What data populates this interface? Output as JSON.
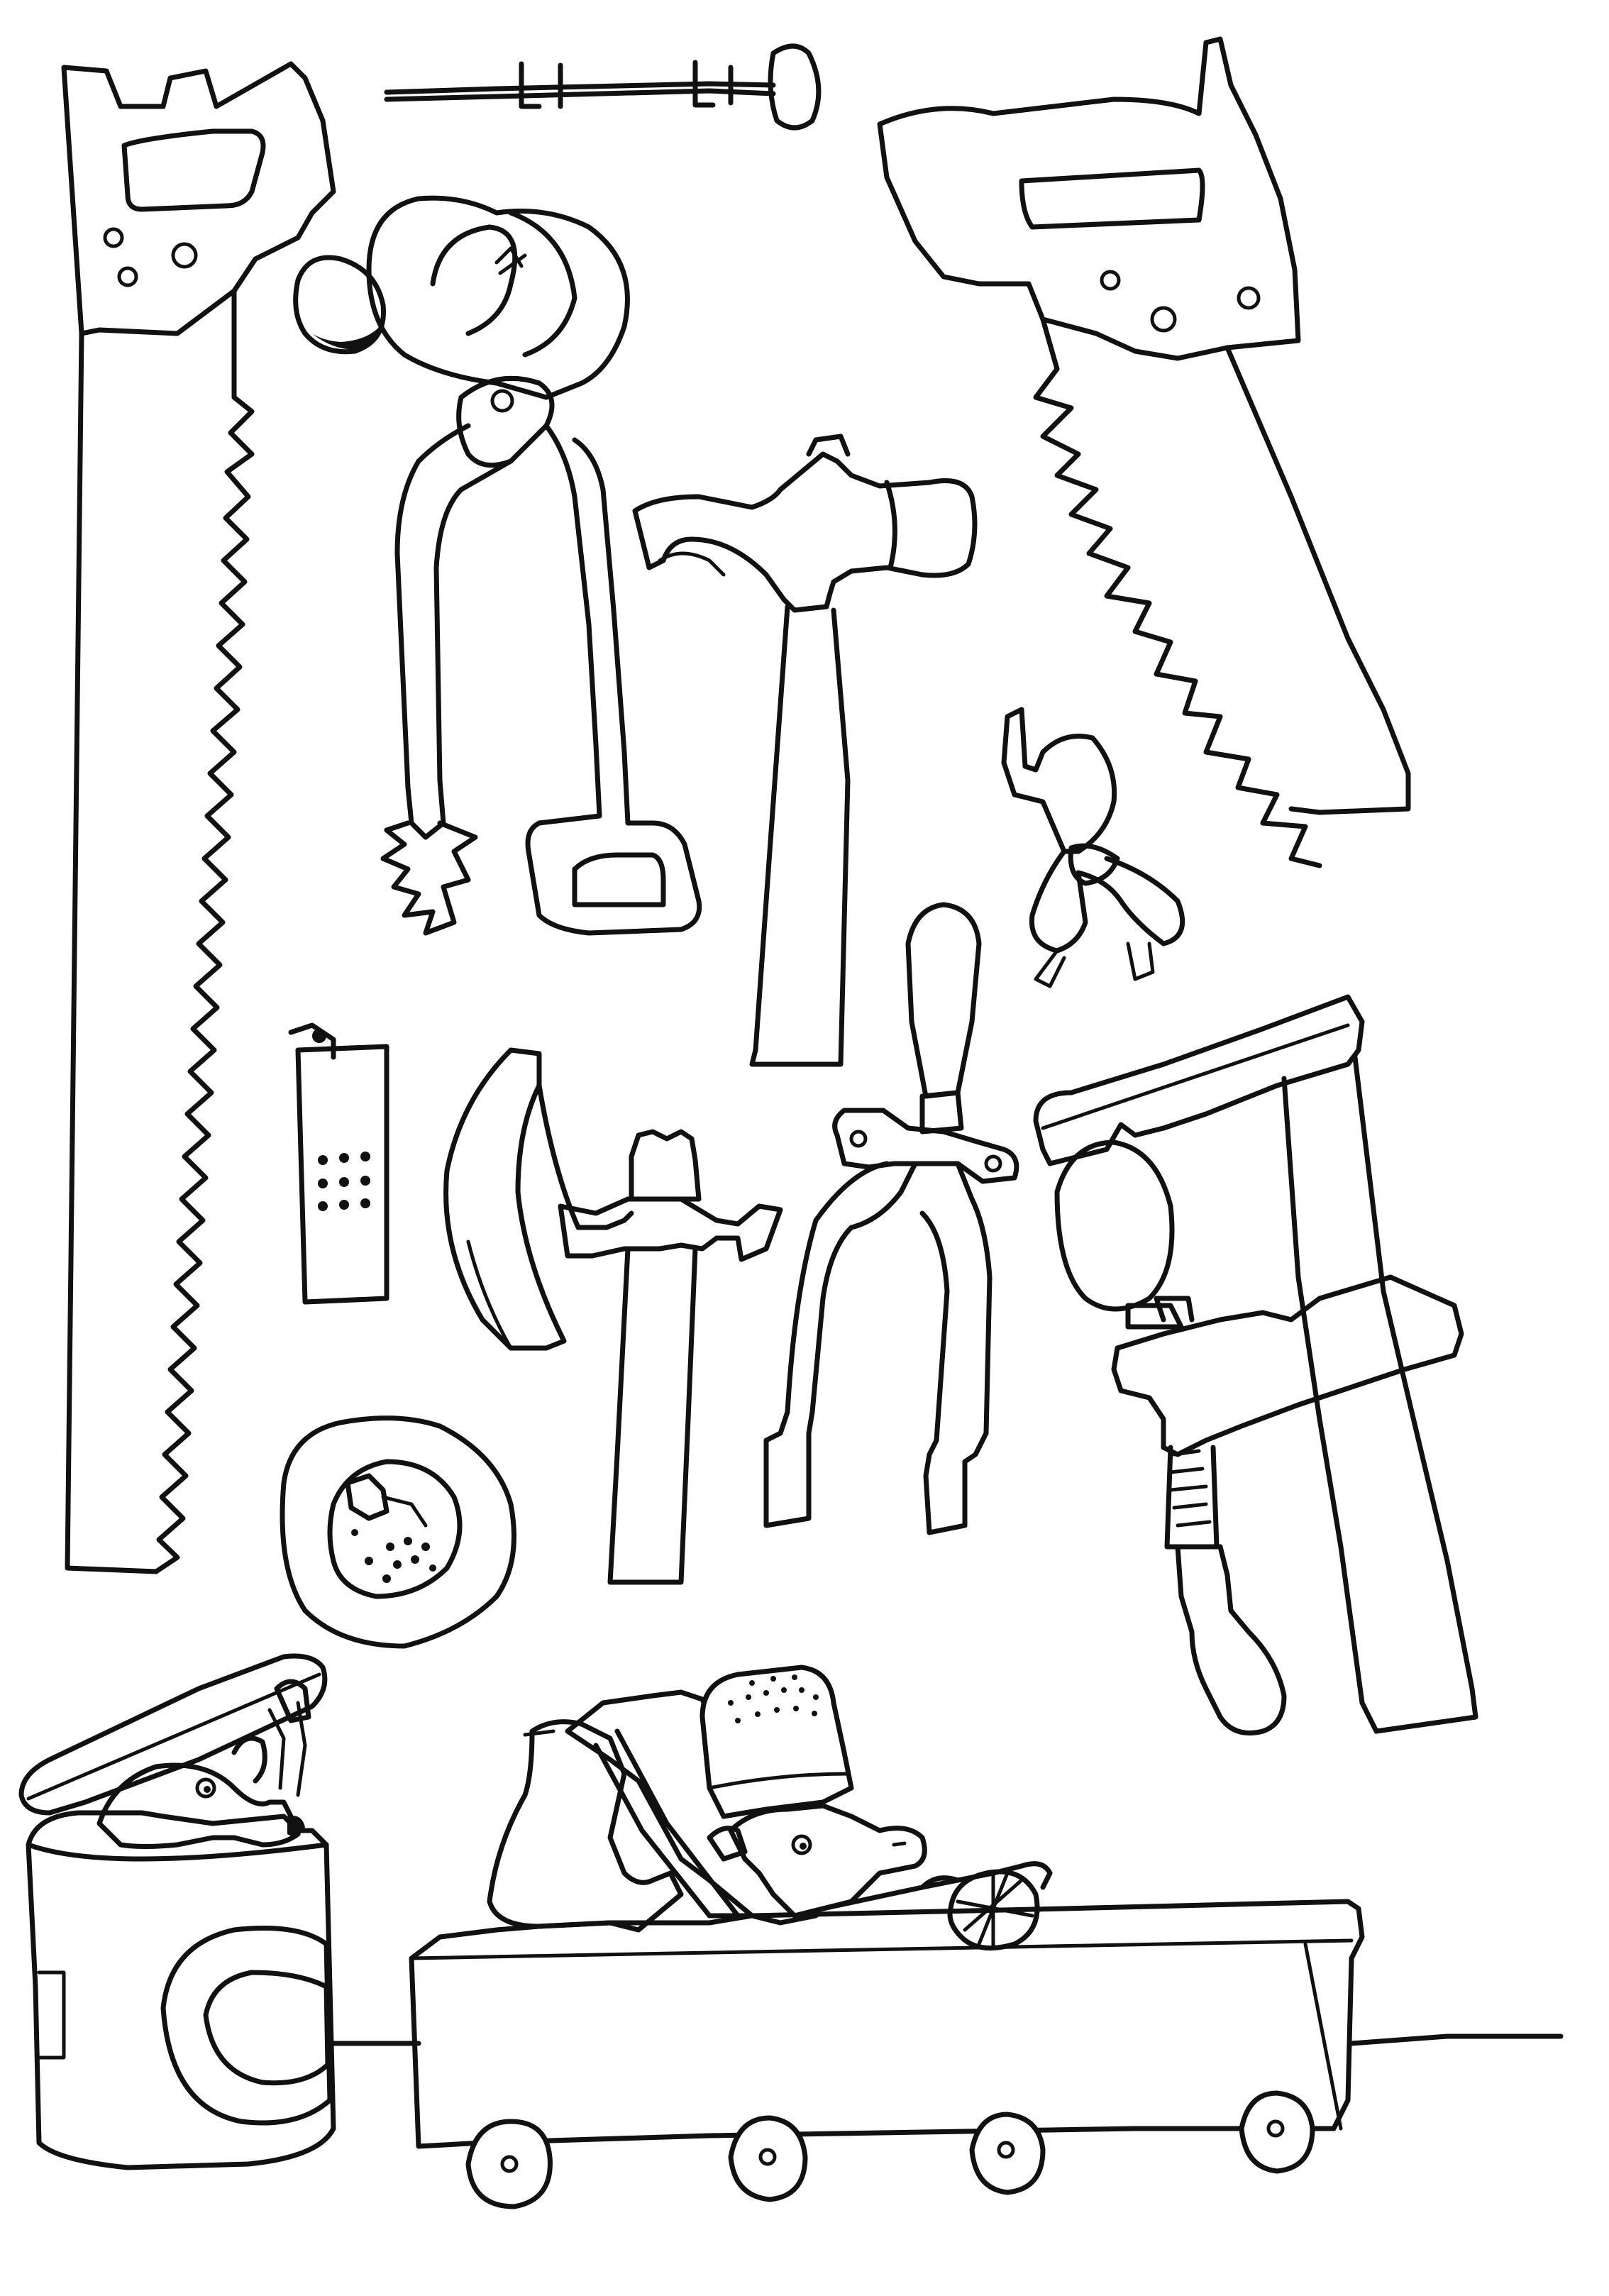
{
  "page": {
    "kind": "coloring-page",
    "ink_color": "#111111",
    "paper_color": "#ffffff"
  },
  "illustration": {
    "items": [
      "left-hand-saw",
      "right-hand-saw",
      "wall-nail",
      "pliers",
      "claw-hammer",
      "ribbon-bow",
      "adhesive-bandage",
      "hatchet",
      "fork-tool",
      "bar-clamp",
      "button-badge",
      "tin-can",
      "toy-cart",
      "wood-plane",
      "thimble",
      "small-creature-in-can",
      "small-creature-in-cart"
    ]
  }
}
